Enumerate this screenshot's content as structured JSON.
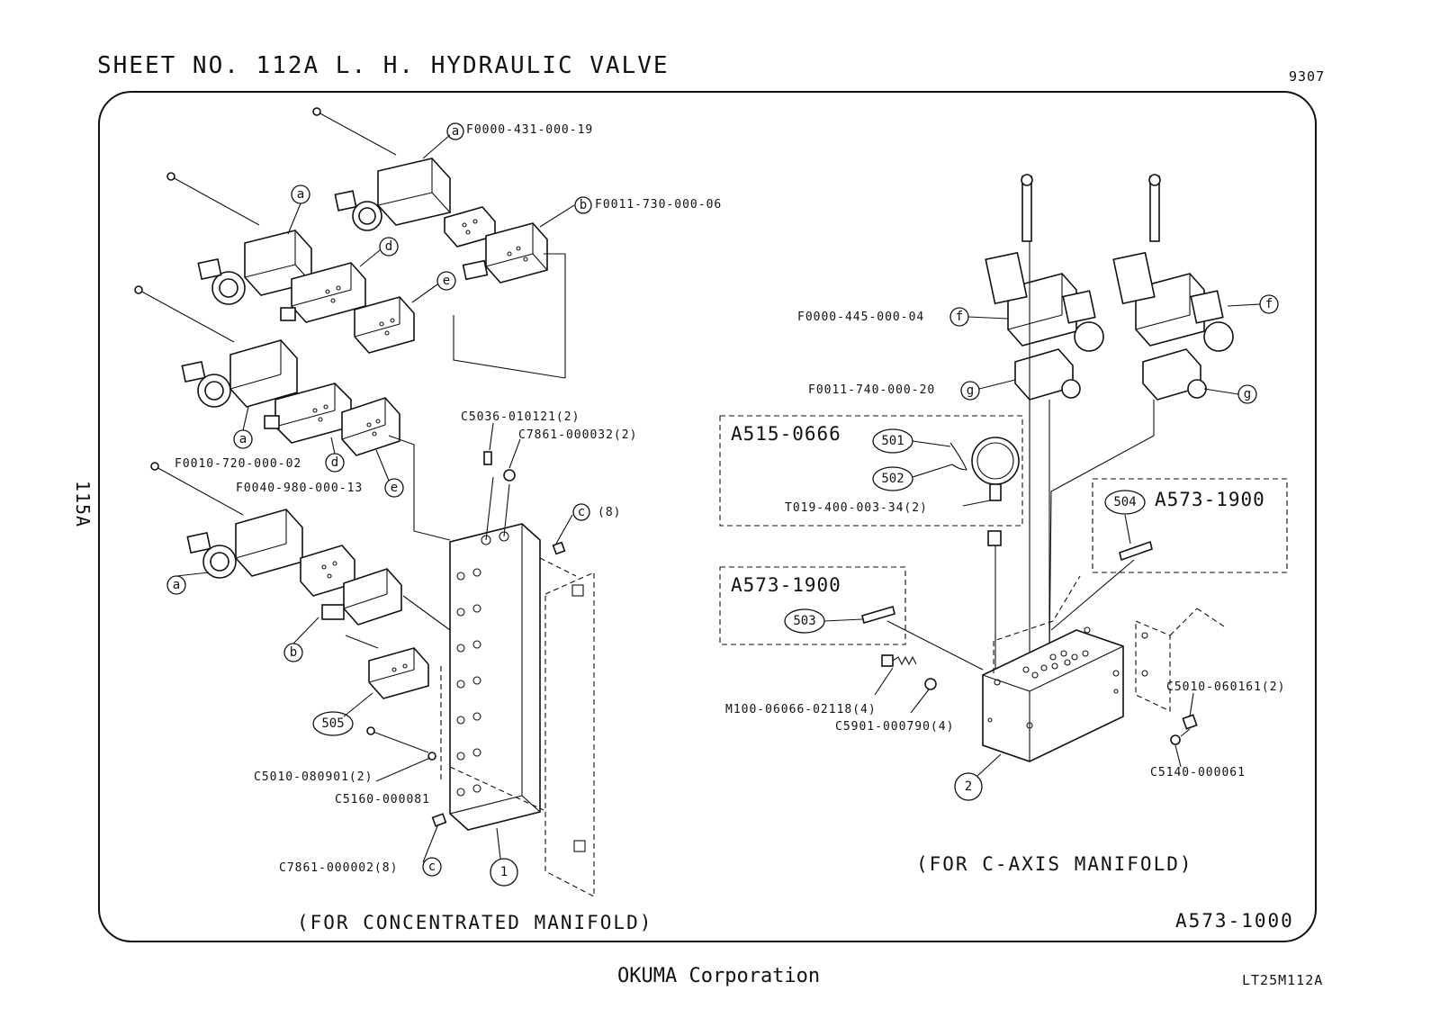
{
  "header": {
    "title": "SHEET NO. 112A  L. H.  HYDRAULIC VALVE",
    "sheet_code": "9307",
    "side_label": "115A"
  },
  "footer": {
    "company": "OKUMA Corporation",
    "drawing_no": "LT25M112A"
  },
  "left_group": {
    "caption": "(FOR CONCENTRATED MANIFOLD)",
    "labels": {
      "a_part": "F0000-431-000-19",
      "b_part": "F0011-730-000-06",
      "d_part": "F0010-720-000-02",
      "e_part": "F0040-980-000-13",
      "c5036": "C5036-010121(2)",
      "c7861_32": "C7861-000032(2)",
      "c_qty": "(8)",
      "c5010_080901": "C5010-080901(2)",
      "c5160": "C5160-000081",
      "c7861_02": "C7861-000002(8)"
    },
    "callouts": {
      "a": "a",
      "b": "b",
      "c": "c",
      "d": "d",
      "e": "e",
      "item1": "1",
      "item505": "505"
    }
  },
  "right_group": {
    "caption": "(FOR C-AXIS MANIFOLD)",
    "assembly_no": "A573-1000",
    "labels": {
      "f_part": "F0000-445-000-04",
      "g_part": "F0011-740-000-20",
      "gauge_box": "A515-0666",
      "t019": "T019-400-003-34(2)",
      "box_503": "A573-1900",
      "box_504": "A573-1900",
      "m100": "M100-06066-02118(4)",
      "c5901": "C5901-000790(4)",
      "c5010_060161": "C5010-060161(2)",
      "c5140": "C5140-000061"
    },
    "callouts": {
      "f": "f",
      "g": "g",
      "item2": "2",
      "item501": "501",
      "item502": "502",
      "item503": "503",
      "item504": "504"
    }
  }
}
